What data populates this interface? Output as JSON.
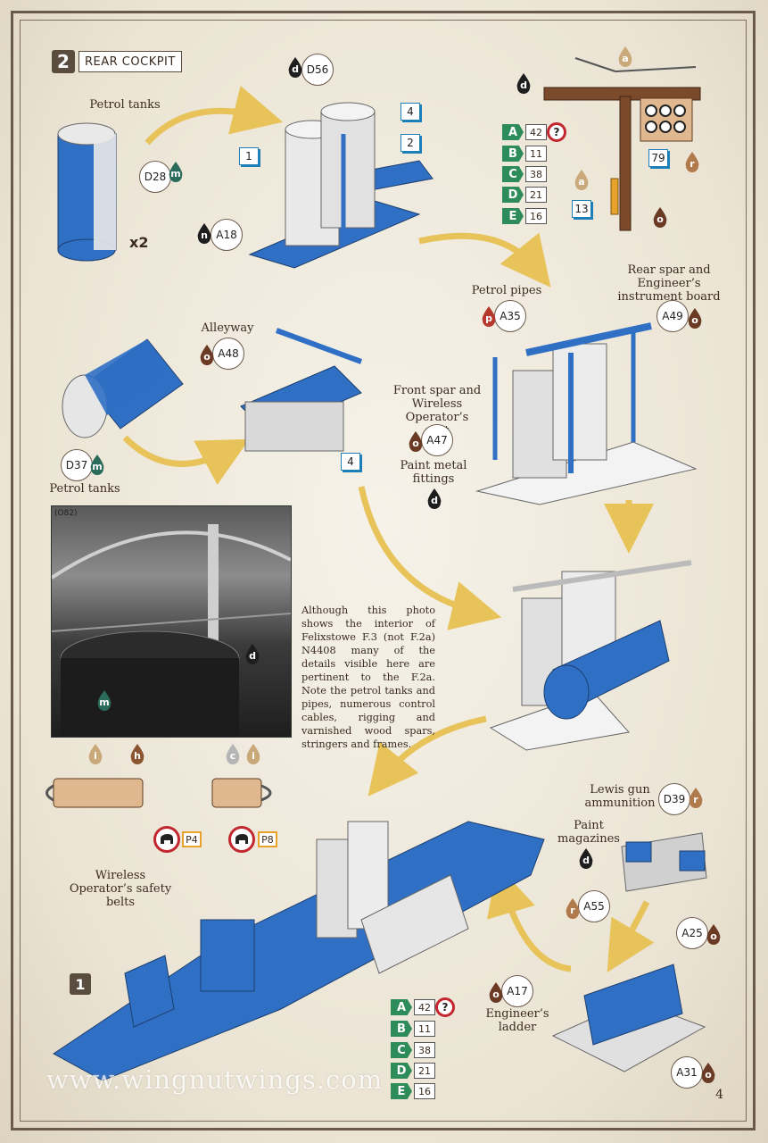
{
  "step": {
    "number": "2",
    "title": "REAR COCKPIT"
  },
  "labels": {
    "petrol_tanks_top": "Petrol tanks",
    "x2": "x2",
    "petrol_pipes": "Petrol pipes",
    "rear_spar": "Rear spar and Engineer’s instrument board",
    "alleyway": "Alleyway",
    "front_spar": "Front spar and Wireless Operator’s seat",
    "paint_metal": "Paint metal fittings",
    "petrol_tanks_mid": "Petrol tanks",
    "wireless_belts": "Wireless Operator’s safety belts",
    "lewis_gun": "Lewis gun ammunition",
    "paint_mag": "Paint magazines",
    "eng_ladder": "Engineer’s ladder"
  },
  "parts": {
    "d28": "D28",
    "d56": "D56",
    "a18": "A18",
    "a35": "A35",
    "a49": "A49",
    "a48": "A48",
    "a47": "A47",
    "d37": "D37",
    "d39": "D39",
    "a55": "A55",
    "a25": "A25",
    "a17": "A17",
    "a31": "A31",
    "p4": "P4",
    "p8": "P8"
  },
  "callouts": {
    "c1": "1",
    "c2": "2",
    "c4a": "4",
    "c4b": "4",
    "c13": "13",
    "c79": "79"
  },
  "paint_chart": [
    {
      "tag": "A",
      "value": "42"
    },
    {
      "tag": "B",
      "value": "11"
    },
    {
      "tag": "C",
      "value": "38"
    },
    {
      "tag": "D",
      "value": "21"
    },
    {
      "tag": "E",
      "value": "16"
    }
  ],
  "qmark": "?",
  "drops": {
    "m": "m",
    "d": "d",
    "a": "a",
    "n": "n",
    "p": "p",
    "o": "o",
    "r": "r",
    "i": "i",
    "h": "h",
    "c": "c"
  },
  "photo": {
    "tag": "(O82)",
    "caption": "Although this photo shows the interior of Felixstowe F.3 (not F.2a) N4408 many of the details visible here are pertinent to the F.2a. Note the petrol tanks and pipes, numerous control cables, rigging and varnished wood spars, stringers and frames."
  },
  "assembly_ref": "1",
  "website": "www.wingnutwings.com",
  "page_number": "4",
  "colors": {
    "blue": "#2f6fc4",
    "paint_green": "#2e8b5a",
    "arrow_gold": "#e7c35a",
    "stop_red": "#c2262e",
    "frame_brown": "#6b5a4c"
  }
}
